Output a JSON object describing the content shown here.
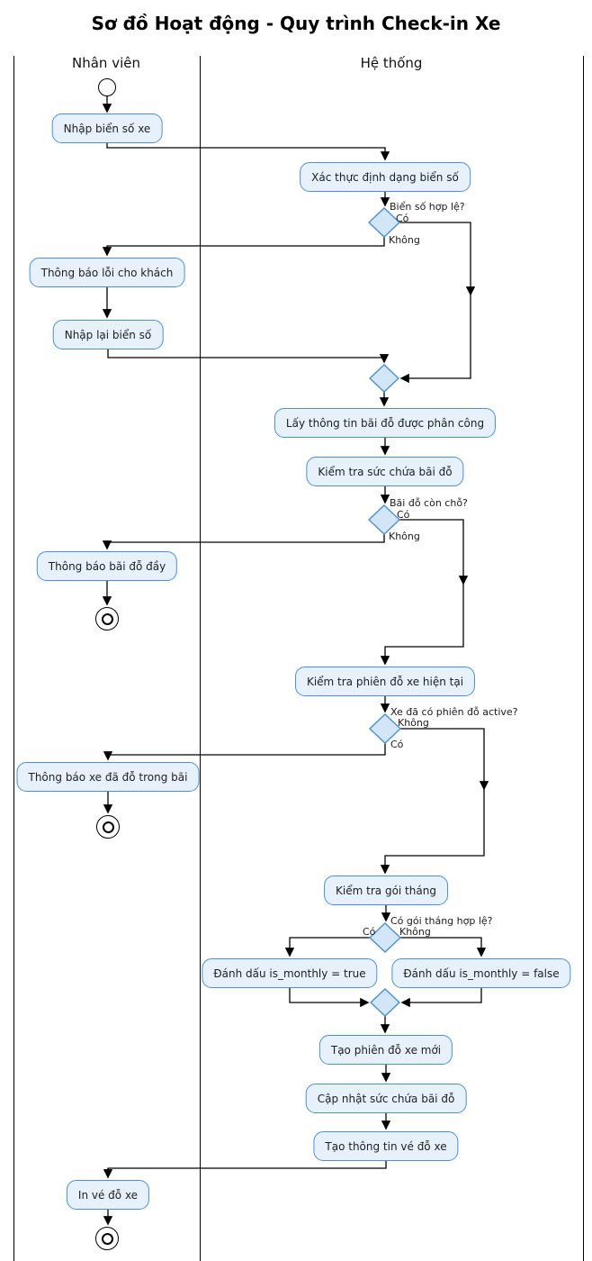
{
  "title": "Sơ đồ Hoạt động - Quy trình Check-in Xe",
  "lanes": [
    {
      "label": "Nhân viên"
    },
    {
      "label": "Hệ thống"
    }
  ],
  "activities": {
    "enter_plate": "Nhập biển số xe",
    "validate_format": "Xác thực định dạng biển số",
    "notify_error": "Thông báo lỗi cho khách",
    "reenter_plate": "Nhập lại biển số",
    "get_lot_info": "Lấy thông tin bãi đỗ được phân công",
    "check_capacity": "Kiểm tra sức chứa bãi đỗ",
    "notify_full": "Thông báo bãi đỗ đầy",
    "check_session": "Kiểm tra phiên đỗ xe hiện tại",
    "notify_parked": "Thông báo xe đã đỗ trong bãi",
    "check_monthly": "Kiểm tra gói tháng",
    "mark_monthly_true": "Đánh dấu is_monthly = true",
    "mark_monthly_false": "Đánh dấu is_monthly = false",
    "create_session": "Tạo phiên đỗ xe mới",
    "update_capacity": "Cập nhật sức chứa bãi đỗ",
    "create_ticket": "Tạo thông tin vé đỗ xe",
    "print_ticket": "In vé đỗ xe"
  },
  "decisions": {
    "plate_valid": {
      "question": "Biển số hợp lệ?",
      "yes": "Có",
      "no": "Không"
    },
    "lot_available": {
      "question": "Bãi đỗ còn chỗ?",
      "yes": "Có",
      "no": "Không"
    },
    "active_session": {
      "question": "Xe đã có phiên đỗ active?",
      "yes": "Có",
      "no": "Không"
    },
    "monthly_valid": {
      "question": "Có gói tháng hợp lệ?",
      "yes": "Có",
      "no": "Không"
    }
  },
  "colors": {
    "activity_fill": "#E6F1FB",
    "activity_border": "#4A90D5",
    "diamond_fill": "#D3E6F8",
    "diamond_border": "#4A90D5",
    "edge": "#000000",
    "text": "#1F1F1F"
  }
}
